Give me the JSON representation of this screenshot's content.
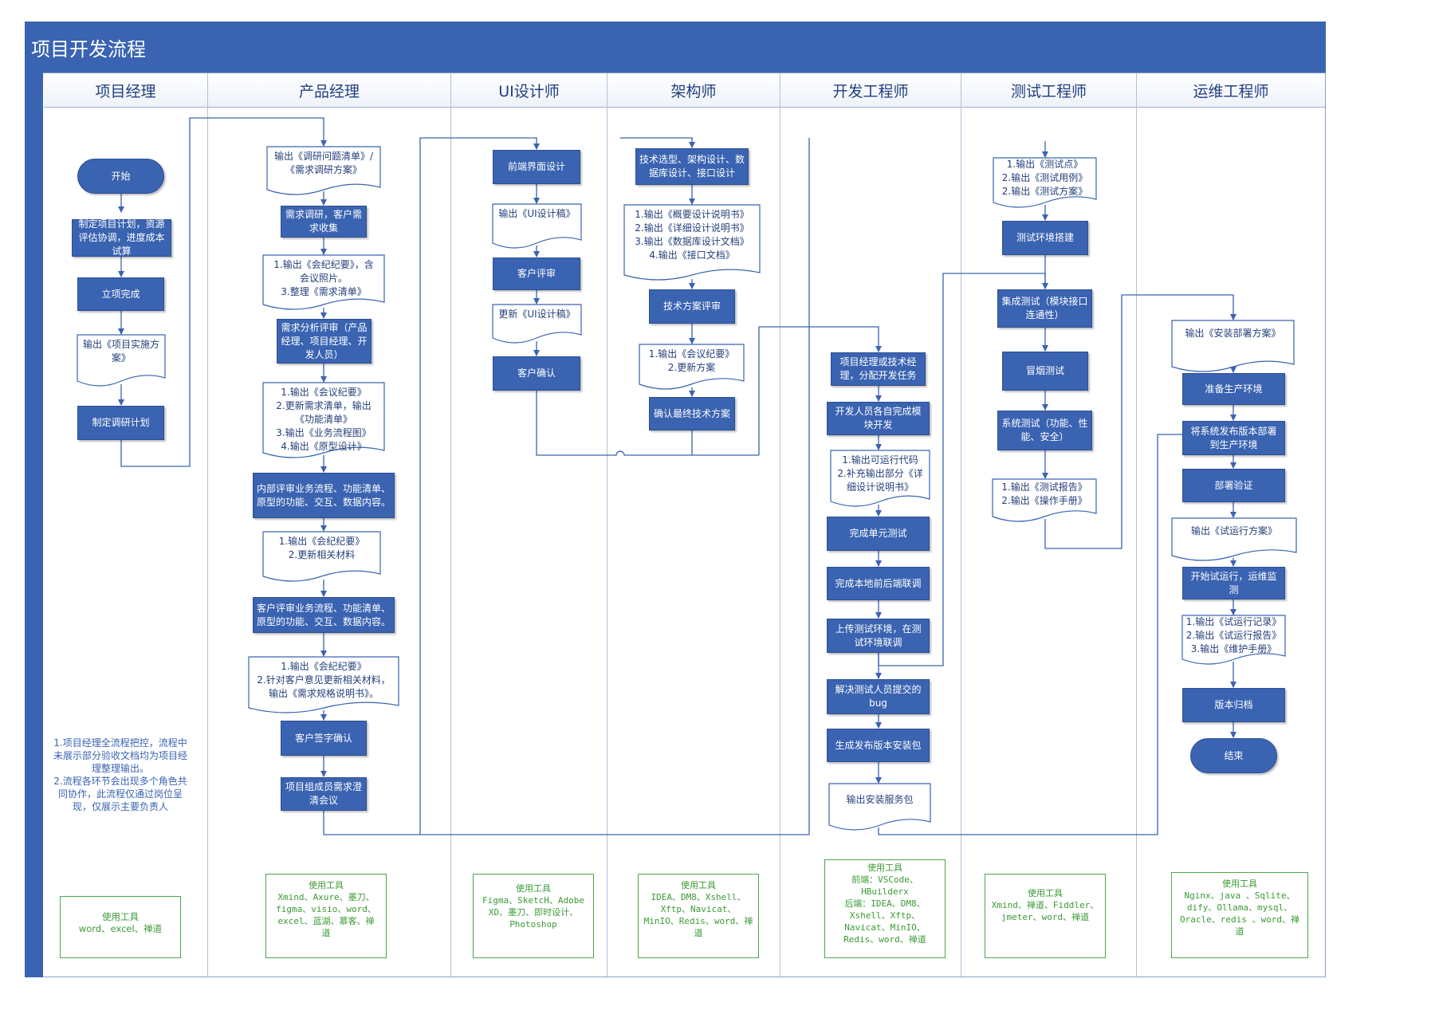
{
  "title": "项目开发流程",
  "lanes": [
    "项目经理",
    "产品经理",
    "UI设计师",
    "架构师",
    "开发工程师",
    "测试工程师",
    "运维工程师"
  ],
  "pm": {
    "start": "开始",
    "plan": "制定项目计划，资源评估协调，进度成本试算",
    "approve": "立项完成",
    "out_plan": "输出《项目实施方\n案》",
    "research_plan": "制定调研计划",
    "note": "1.项目经理全流程把控，流程中未展示部分验收文档均为项目经理整理输出。\n2.流程各环节会出现多个角色共同协作，此流程仅通过岗位呈现，仅展示主要负责人",
    "tools": "使用工具\nword、excel、禅道"
  },
  "product": {
    "out_research": "输出《调研问题清单》/\n《需求调研方案》",
    "collect": "需求调研，客户需求收集",
    "out_minutes": "1.输出《会纪纪要》，含\n会议照片。\n3.整理《需求清单》",
    "review": "需求分析评审（产品经理、项目经理、开发人员）",
    "out_review": "1.输出《会议纪要》\n2.更新需求清单，输出\n《功能清单》\n3.输出《业务流程图》\n4.输出《原型设计》",
    "internal": "内部评审业务流程、功能清单、原型的功能、交互、数据内容。",
    "out_internal": "1.输出《会纪纪要》\n2.更新相关材料",
    "customer": "客户评审业务流程、功能清单、原型的功能、交互、数据内容。",
    "out_customer": "1.输出《会纪纪要》\n2.针对客户意见更新相关材料，\n输出《需求规格说明书》。",
    "sign": "客户签字确认",
    "clarify": "项目组成员需求澄清会议",
    "tools": "使用工具\nXmind、Axure、墨刀、\nfigma、visio、word、\nexcel、蓝湖、慕客、禅\n道"
  },
  "ui": {
    "design": "前端界面设计",
    "out_ui": "输出《UI设计稿》",
    "review": "客户评审",
    "update": "更新《UI设计稿》",
    "confirm": "客户确认",
    "tools": "使用工具\nFigma、SketcH、Adobe\nXD、墨刀、即时设计、\nPhotoshop"
  },
  "arch": {
    "select": "技术选型、架构设计、数据库设计、接口设计",
    "out_docs": "1.输出《概要设计说明书》\n2.输出《详细设计说明书》\n3.输出《数据库设计文档》\n4.输出《接口文档》",
    "review": "技术方案评审",
    "out_review": "1.输出《会议纪要》\n2.更新方案",
    "confirm": "确认最终技术方案",
    "tools": "使用工具\nIDEA、DM8、Xshell、\nXftp、Navicat、\nMinIO、Redis、word、禅\n道"
  },
  "dev": {
    "assign": "项目经理或技术经理，分配开发任务",
    "develop": "开发人员各自完成模块开发",
    "out_code": "1.输出可运行代码\n2.补充输出部分《详\n细设计说明书》",
    "unit": "完成单元测试",
    "joint": "完成本地前后端联调",
    "upload": "上传测试环境，在测试环境联调",
    "bug": "解决测试人员提交的bug",
    "build": "生成发布版本安装包",
    "out_pkg": "输出安装服务包",
    "tools": "使用工具\n前端：VSCode、\nHBuilderx\n后端：IDEA、DM8、\nXshell、Xftp、\nNavicat、MinIO、\nRedis、word、禅道"
  },
  "test": {
    "out_points": "1.输出《测试点》\n2.输出《测试用例》\n2.输出《测试方案》",
    "env": "测试环境搭建",
    "integration": "集成测试（模块接口连通性）",
    "smoke": "冒烟测试",
    "system": "系统测试（功能、性能、安全）",
    "out_report": "1.输出《测试报告》\n2.输出《操作手册》",
    "tools": "使用工具\nXmind、禅道、Fiddler、\njmeter、word、禅道"
  },
  "ops": {
    "out_deploy": "输出《安装部署方案》",
    "prepare": "准备生产环境",
    "deploy": "将系统发布版本部署到生产环境",
    "verify": "部署验证",
    "out_trial": "输出《试运行方案》",
    "trial": "开始试运行，运维监测",
    "out_records": "1.输出《试运行记录》\n2.输出《试运行报告》\n3.输出《维护手册》",
    "archive": "版本归档",
    "end": "结束",
    "tools": "使用工具\nNginx、java 、Sqlite、\ndify、Ollama、mysql、\nOracle、redis 、word、禅\n道"
  }
}
